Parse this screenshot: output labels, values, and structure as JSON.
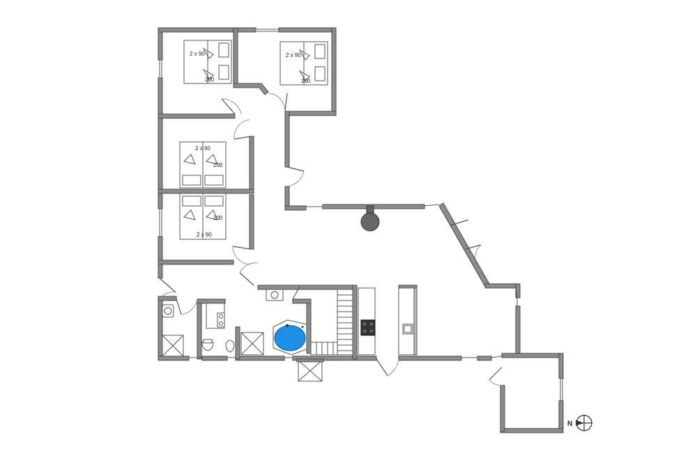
{
  "bedrooms": [
    {
      "id": "bedroom-1",
      "bed_size": "2 x 90",
      "bed_length": "200"
    },
    {
      "id": "bedroom-2",
      "bed_size": "2 x 90",
      "bed_length": "200"
    },
    {
      "id": "bedroom-3",
      "bed_size": "2 x 90",
      "bed_length": "200"
    },
    {
      "id": "bedroom-4",
      "bed_size": "2 x 90",
      "bed_length": "200"
    }
  ],
  "compass": {
    "label": "N"
  },
  "colors": {
    "wall": "#8c8c8c",
    "whirlpool": "#1e90e6",
    "stove": "#333333",
    "fireplace": "#666666"
  }
}
